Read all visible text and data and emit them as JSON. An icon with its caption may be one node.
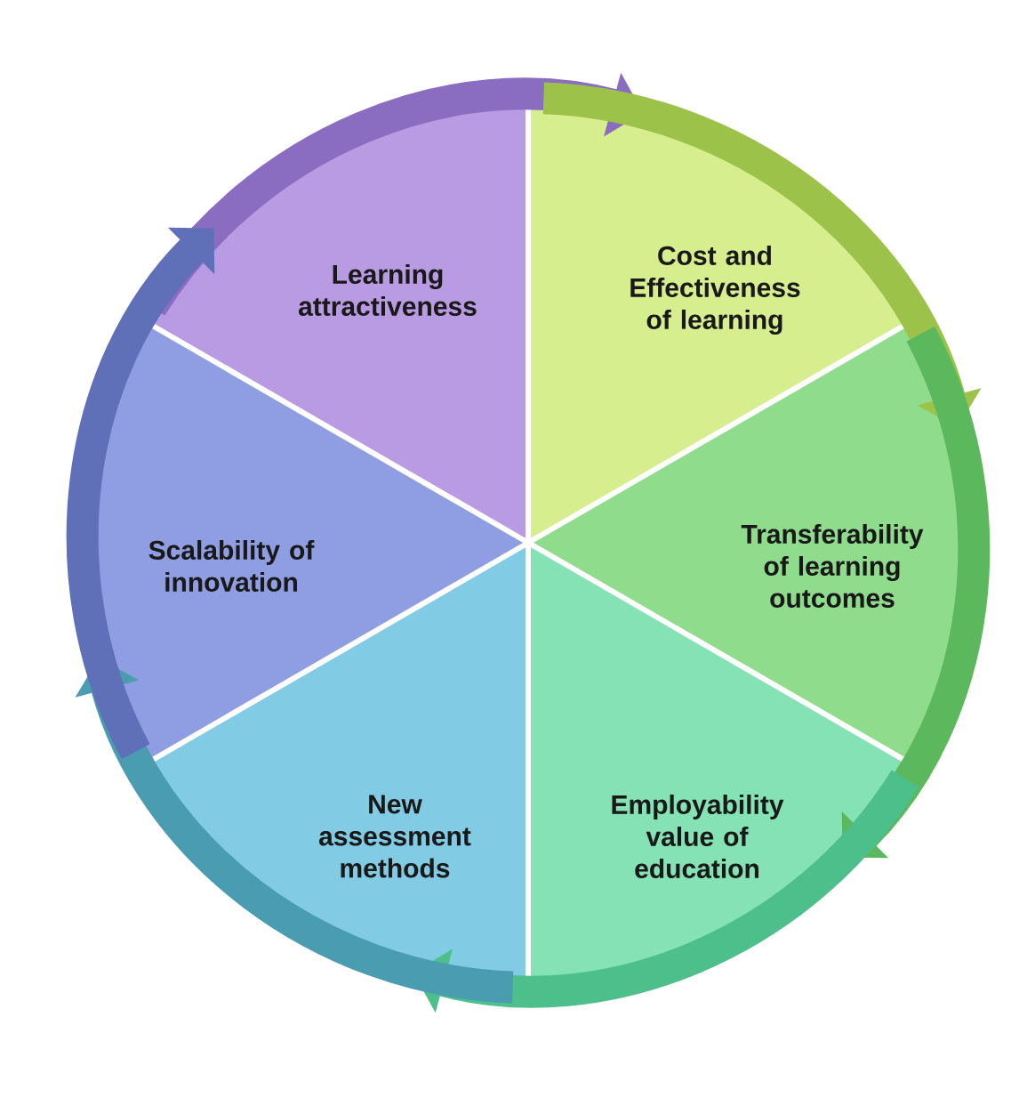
{
  "diagram": {
    "nodes": [
      {
        "text": [
          "Learning attractiveness"
        ]
      },
      {
        "text": [
          "Cost and Effectiveness of learning"
        ]
      },
      {
        "text": [
          "Transferability of learning outcomes"
        ]
      },
      {
        "text": [
          "Employability value of education"
        ]
      },
      {
        "text": [
          "New assessment methods"
        ]
      },
      {
        "text": [
          "Scalability of innovation"
        ]
      }
    ],
    "edges": [
      {
        "from": 0,
        "to": 1,
        "arrow": "to",
        "color": "#8a6cc0"
      },
      {
        "from": 1,
        "to": 2,
        "arrow": "to",
        "color": "#9cc24a"
      },
      {
        "from": 2,
        "to": 3,
        "arrow": "to",
        "color": "#5cb85c"
      },
      {
        "from": 3,
        "to": 4,
        "arrow": "to",
        "color": "#4cbf8a"
      },
      {
        "from": 4,
        "to": 5,
        "arrow": "to",
        "color": "#4a9cb0"
      },
      {
        "from": 5,
        "to": 0,
        "arrow": "to",
        "color": "#6070b8"
      }
    ]
  }
}
